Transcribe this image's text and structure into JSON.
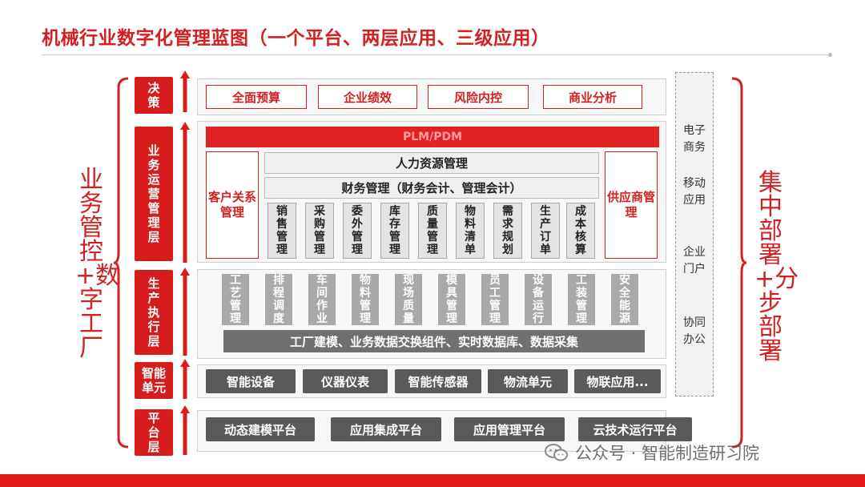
{
  "title": "机械行业数字化管理蓝图（一个平台、两层应用、三级应用）",
  "left_label": "业务管控+数字工厂",
  "right_label": "集中部署+分步部署",
  "layers": {
    "decision": "决策",
    "operation": "业务运营管理层",
    "production": "生产执行层",
    "smart_unit": "智能单元",
    "platform": "平台层"
  },
  "decision_items": [
    "全面预算",
    "企业绩效",
    "风险内控",
    "商业分析"
  ],
  "operation": {
    "plm": "PLM/PDM",
    "hr": "人力资源管理",
    "finance": "财务管理（财务会计、管理会计）",
    "crm": "客户关系管理",
    "scm": "供应商管理",
    "modules": [
      "销售管理",
      "采购管理",
      "委外管理",
      "库存管理",
      "质量管理",
      "物料清单",
      "需求规划",
      "生产订单",
      "成本核算"
    ]
  },
  "production": {
    "modules": [
      "工艺管理",
      "排程调度",
      "车间作业",
      "物料管理",
      "现场质量",
      "模具管理",
      "员工管理",
      "设备运行",
      "工装管理",
      "安全能源"
    ],
    "base": "工厂建模、业务数据交换组件、实时数据库、数据采集"
  },
  "smart_unit_items": [
    "智能设备",
    "仪器仪表",
    "智能传感器",
    "物流单元",
    "物联应用..."
  ],
  "platform_items": [
    "动态建模平台",
    "应用集成平台",
    "应用管理平台",
    "云技术运行平台"
  ],
  "right_items": [
    "电子商务",
    "移动应用",
    "企业门户",
    "协同办公"
  ],
  "watermark": "公众号 · 智能制造研习院",
  "colors": {
    "accent": "#d42020",
    "dark_gray": "#5a5a5a"
  }
}
